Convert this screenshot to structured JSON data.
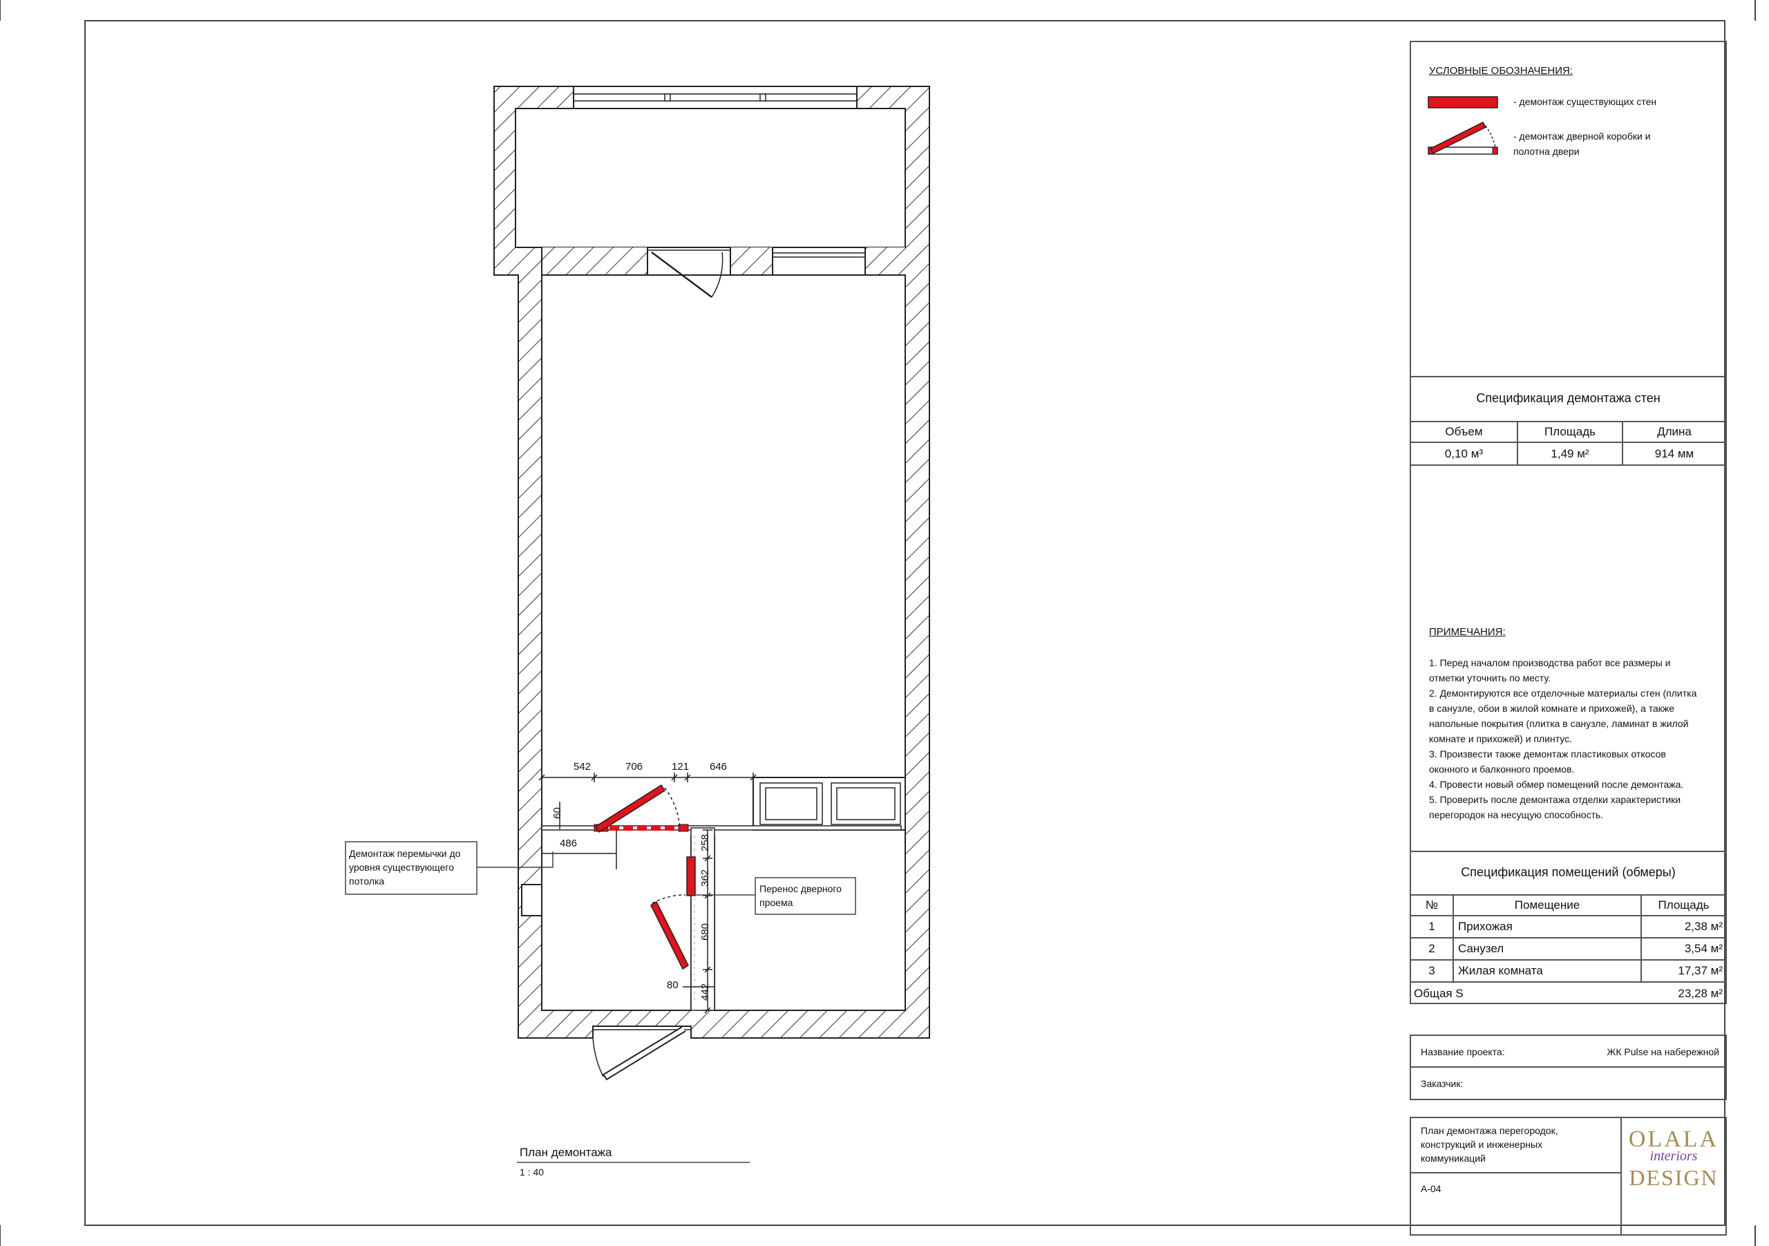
{
  "plan": {
    "title": "План демонтажа",
    "scale": "1 : 40",
    "dimensions": {
      "d542": "542",
      "d706": "706",
      "d121": "121",
      "d646": "646",
      "d60": "60",
      "d486": "486",
      "d258": "258",
      "d362": "362",
      "d680": "680",
      "d80": "80",
      "d442": "442"
    },
    "callouts": {
      "lintel": [
        "Демонтаж перемычки до",
        "уровня существующего",
        "потолка"
      ],
      "door_move": [
        "Перенос дверного",
        "проема"
      ]
    }
  },
  "legend": {
    "title": "УСЛОВНЫЕ ОБОЗНАЧЕНИЯ:",
    "walls": "- демонтаж существующих стен",
    "door": [
      "- демонтаж дверной коробки и",
      "полотна двери"
    ],
    "colors": {
      "demolition": "#e3121b"
    }
  },
  "wall_spec": {
    "title": "Спецификация демонтажа стен",
    "headers": [
      "Объем",
      "Площадь",
      "Длина"
    ],
    "values": [
      "0,10 м³",
      "1,49 м²",
      "914 мм"
    ]
  },
  "notes": {
    "title": "ПРИМЕЧАНИЯ:",
    "lines": [
      "1. Перед началом производства работ все размеры и",
      "отметки уточнить по месту.",
      "2. Демонтируются все отделочные материалы стен (плитка",
      "в санузле, обои в жилой комнате и прихожей), а также",
      "напольные покрытия (плитка в санузле, ламинат в жилой",
      "комнате и прихожей) и плинтус.",
      "3. Произвести также демонтаж пластиковых откосов",
      "оконного и балконного проемов.",
      "4. Провести новый обмер помещений после демонтажа.",
      "5. Проверить после демонтажа отделки характеристики",
      "перегородок на несущую способность."
    ]
  },
  "room_spec": {
    "title": "Спецификация помещений (обмеры)",
    "headers": [
      "№",
      "Помещение",
      "Площадь"
    ],
    "rows": [
      [
        "1",
        "Прихожая",
        "2,38 м²"
      ],
      [
        "2",
        "Санузел",
        "3,54 м²"
      ],
      [
        "3",
        "Жилая комната",
        "17,37 м²"
      ]
    ],
    "total_label": "Общая S",
    "total_value": "23,28 м²"
  },
  "project": {
    "name_label": "Название проекта:",
    "name_value": "ЖК Pulse на набережной",
    "client_label": "Заказчик:",
    "client_value": ""
  },
  "sheet": {
    "description": [
      "План демонтажа перегородок,",
      "конструкций и инженерных",
      "коммуникаций"
    ],
    "code": "А-04",
    "logo_top": "OLALA",
    "logo_script": "interiors",
    "logo_bottom": "DESIGN"
  }
}
